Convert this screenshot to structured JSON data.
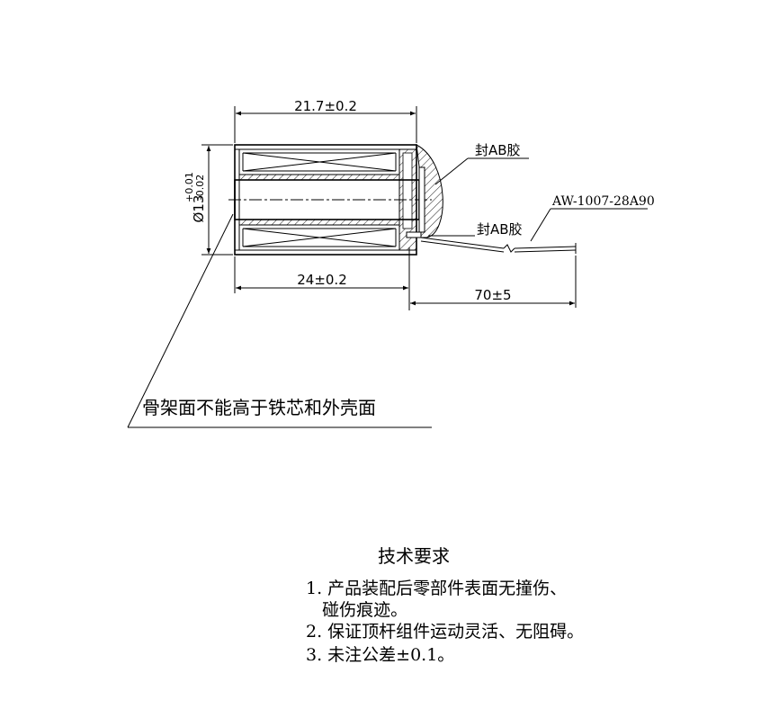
{
  "drawing": {
    "dims": {
      "top_length": "21.7±0.2",
      "bottom_length": "24±0.2",
      "lead_length": "70±5",
      "diameter_main": "Ø13",
      "diameter_tol_upper": "+0.01",
      "diameter_tol_lower": "-0.02"
    },
    "labels": {
      "seal_ab_1": "封AB胶",
      "seal_ab_2": "封AB胶",
      "wire_spec": "AW-1007-28A90",
      "bobbin_note": "骨架面不能高于铁芯和外壳面"
    }
  },
  "requirements": {
    "title": "技术要求",
    "items": [
      "1. 产品装配后零部件表面无撞伤、",
      "   碰伤痕迹。",
      "2. 保证顶杆组件运动灵活、无阻碍。",
      "3. 未注公差±0.1。"
    ]
  }
}
